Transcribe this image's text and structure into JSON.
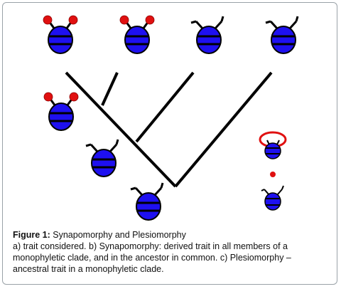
{
  "caption": {
    "label": "Figure 1:",
    "title": " Synapomorphy and Plesiomorphy",
    "line1": "a) trait considered. b) Synapomorphy: derived trait in all members of a",
    "line2": "monophyletic clade, and in the ancestor in common. c) Plesiomorphy –",
    "line3": "ancestral trait in a monophyletic clade."
  },
  "colors": {
    "body_fill": "#1e10f0",
    "body_stroke": "#000000",
    "derived_antenna_tip": "#e01010",
    "branch": "#000000",
    "frame": "#9aa2a8"
  },
  "organisms": {
    "tips": [
      {
        "trait": "red-tipped antennae"
      },
      {
        "trait": "red-tipped antennae"
      },
      {
        "trait": "plain antennae"
      },
      {
        "trait": "plain antennae"
      }
    ],
    "ancestors": [
      {
        "trait": "red-tipped antennae"
      },
      {
        "trait": "plain antennae"
      },
      {
        "trait": "plain antennae"
      }
    ]
  },
  "legend": {
    "derived": {
      "trait": "red-tipped antennae (circled)"
    },
    "ancestral": {
      "trait": "plain antennae"
    }
  }
}
